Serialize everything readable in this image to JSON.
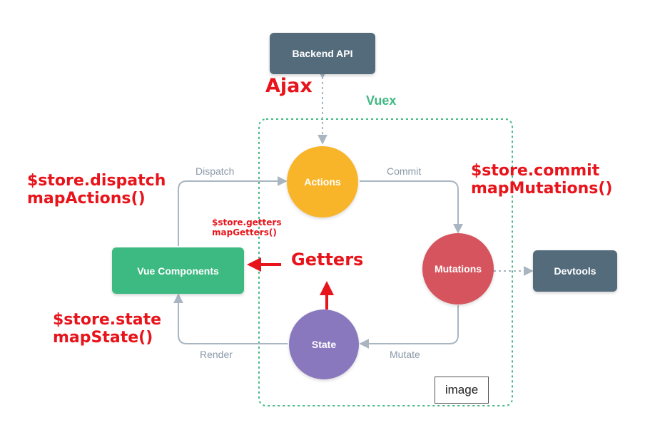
{
  "nodes": {
    "backend_api": "Backend API",
    "actions": "Actions",
    "mutations": "Mutations",
    "state": "State",
    "vue_components": "Vue Components",
    "devtools": "Devtools"
  },
  "flows": {
    "dispatch": "Dispatch",
    "commit": "Commit",
    "mutate": "Mutate",
    "render": "Render"
  },
  "vuex_label": "Vuex",
  "annotations": {
    "ajax": "Ajax",
    "dispatch_line1": "$store.dispatch",
    "dispatch_line2": "mapActions()",
    "commit_line1": "$store.commit",
    "commit_line2": "mapMutations()",
    "getters_line1": "$store.getters",
    "getters_line2": "mapGetters()",
    "getters": "Getters",
    "state_line1": "$store.state",
    "state_line2": "mapState()"
  },
  "caption": "image",
  "colors": {
    "backend": "#546b7c",
    "devtools": "#546b7c",
    "actions": "#f9b52a",
    "mutations": "#d6545d",
    "state": "#8a78bf",
    "vue_components": "#3cba81",
    "vuex_border": "#42b983",
    "flow_lines": "#a9b6c2",
    "annotation": "#e8141b"
  }
}
